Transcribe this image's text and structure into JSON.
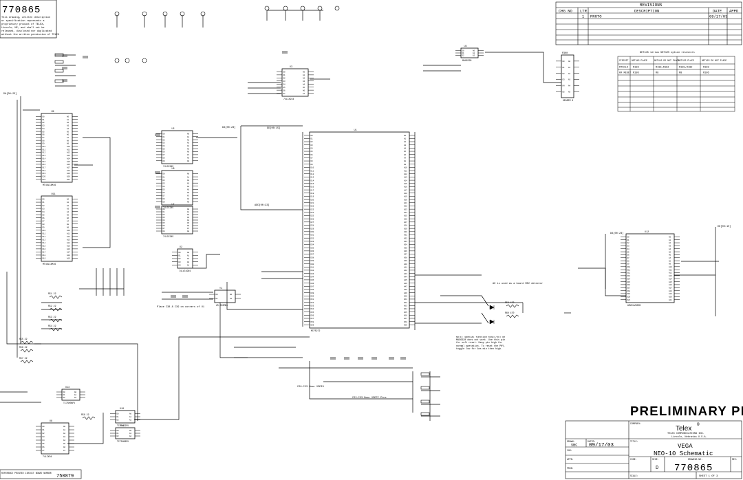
{
  "drawing_number": "770865",
  "proprietary_notice": [
    "This drawing, written description",
    "or specification represents a",
    "proprietary product of TELEX,",
    "Lincoln, NE, and shall not be",
    "released, disclosed nor duplicated",
    "without the written permission of TELEX"
  ],
  "revisions": {
    "title": "REVISIONS",
    "headers": [
      "CHG NO",
      "LTR",
      "DESCRIPTION",
      "DATE",
      "APPD"
    ],
    "rows": [
      {
        "chg_no": "",
        "ltr": "1",
        "description": "PROTO",
        "date": "09/17/03",
        "appd": ""
      }
    ]
  },
  "option_table": {
    "title": "NET445 versus NET425 option resistors",
    "headers": [
      "CIRCUIT",
      "NET445 PLACE",
      "NET445 DO NOT PLACE",
      "NET425 PLACE",
      "NET425 DO NOT PLACE"
    ],
    "rows": [
      [
        "RTSCLK",
        "R183",
        "R185,R182",
        "R185,R182",
        "R183"
      ],
      [
        "HX RESET",
        "R186",
        "R8",
        "R8",
        "R186"
      ]
    ]
  },
  "nets": [
    "DA[00:23]",
    "DD[00:15]",
    "AD[00:15]",
    "ADD[00:23]"
  ],
  "parts": [
    {
      "ref": "U9",
      "name": "MT48LC4M16"
    },
    {
      "ref": "U11",
      "name": "MT48LC4M16"
    },
    {
      "ref": "U5",
      "name": "74LCX245"
    },
    {
      "ref": "U6",
      "name": "74LCX245"
    },
    {
      "ref": "U7",
      "name": "74LCX245"
    },
    {
      "ref": "U1",
      "name": "MCF5272"
    },
    {
      "ref": "U12",
      "name": "AM29LV800B"
    },
    {
      "ref": "U3",
      "name": "74LCX244"
    },
    {
      "ref": "U4",
      "name": "MAX6328"
    },
    {
      "ref": "U2",
      "name": "74LVC1G04"
    },
    {
      "ref": "U8",
      "name": "74LCX04"
    },
    {
      "ref": "U10",
      "name": "TC7SH32FU"
    },
    {
      "ref": "U13",
      "name": "TC7SH08FU"
    },
    {
      "ref": "U14",
      "name": "TC7SH08FU"
    },
    {
      "ref": "Y1",
      "name": "25.000MHz"
    },
    {
      "ref": "P300",
      "name": "HEADER 6"
    }
  ],
  "resistor_labels": [
    "R51 22",
    "R52 22",
    "R53 22",
    "R54 22",
    "R55 22",
    "R56 22",
    "R57 22",
    "R58 22",
    "R59 470",
    "R60 470"
  ],
  "notes": [
    "A0 is used as a board REV detector",
    "Place C38 & C39 on corners of U1",
    "C20-C23 Near VDDIO",
    "C23-C33 Near VDDPI Pins",
    "NOTE: Special function RESET/OUT on MAX6328 does not work. Use this pin for soft reset. Keep pin high for normal operation. To reset the PHY, toggle low for 1ms min then high."
  ],
  "banner": "PRELIMINARY PRINT",
  "title_block": {
    "company_label": "COMPANY:",
    "company": "Telex",
    "company_sub1": "TELEX COMMUNICATIONS INC.",
    "company_sub2": "Lincoln, Nebraska U.S.A.",
    "drawn_label": "DRAWN:",
    "drawn": "SBC",
    "dated_label": "DATED:",
    "date": "09/17/03",
    "chk_label": "CHK:",
    "appd_label": "APPD:",
    "prod_label": "PROD:",
    "title_label": "TITLE:",
    "title1": "VEGA",
    "title2": "NEO-10 Schematic",
    "code_label": "CODE:",
    "size_label": "SIZE:",
    "size": "D",
    "drawing_no_label": "DRAWING NO:",
    "rev_label": "REV:",
    "drawing_no": "770865",
    "scale_label": "SCALE:",
    "sheet": "SHEET 1 OF 3"
  },
  "reference_footer": {
    "label": "REFERENCE PRINTED CIRCUIT BOARD NUMBER",
    "number": "750879"
  }
}
